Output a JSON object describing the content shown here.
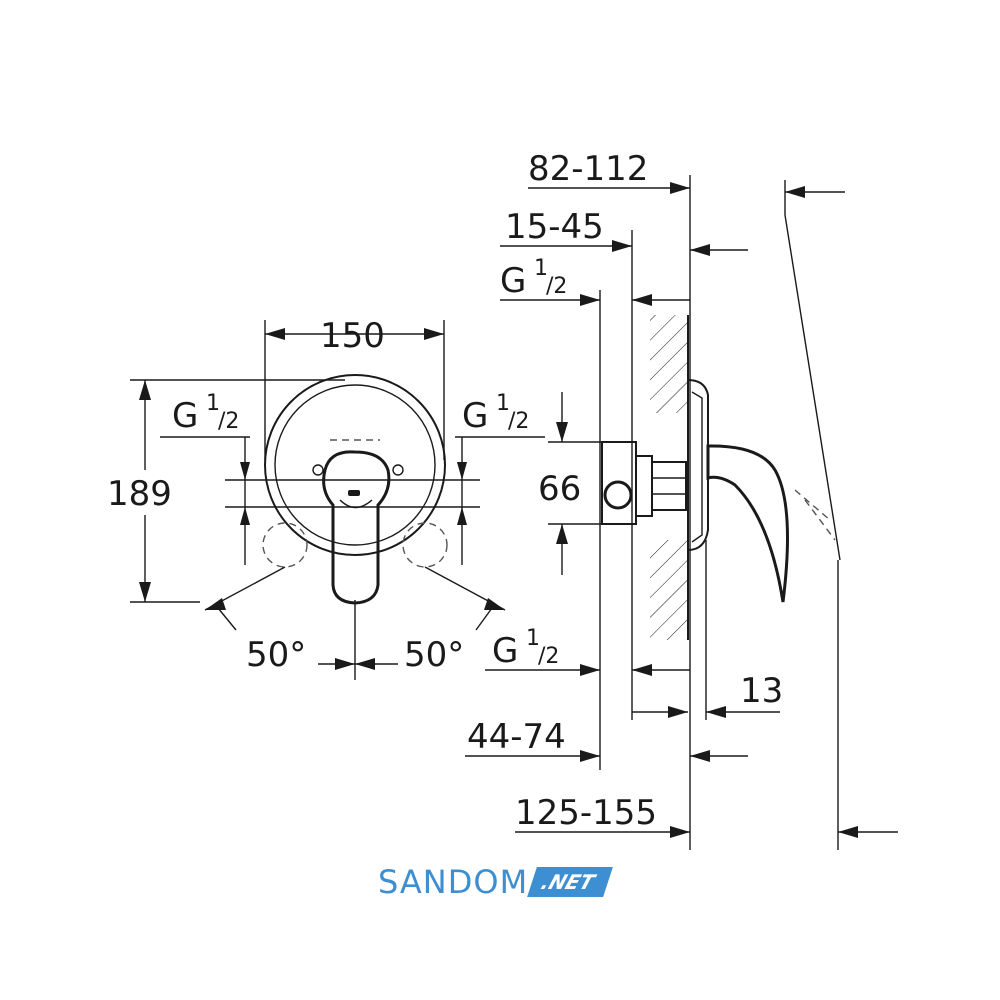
{
  "front_view": {
    "width_label": "150",
    "height_label": "189",
    "inlet_left": {
      "main": "G",
      "sup": "1",
      "sub": "/2"
    },
    "inlet_right": {
      "main": "G",
      "sup": "1",
      "sub": "/2"
    },
    "angle_left": "50°",
    "angle_right": "50°"
  },
  "side_view": {
    "dim_top": "82-112",
    "dim_second": "15-45",
    "inlet_top": {
      "main": "G",
      "sup": "1",
      "sub": "/2"
    },
    "inlet_bottom": {
      "main": "G",
      "sup": "1",
      "sub": "/2"
    },
    "height_label": "66",
    "depth_small": "13",
    "dim_lower": "44-74",
    "dim_bottom": "125-155"
  },
  "brand": {
    "name": "SANDOM",
    "tld": ".NET",
    "color": "#3d8fd1"
  }
}
